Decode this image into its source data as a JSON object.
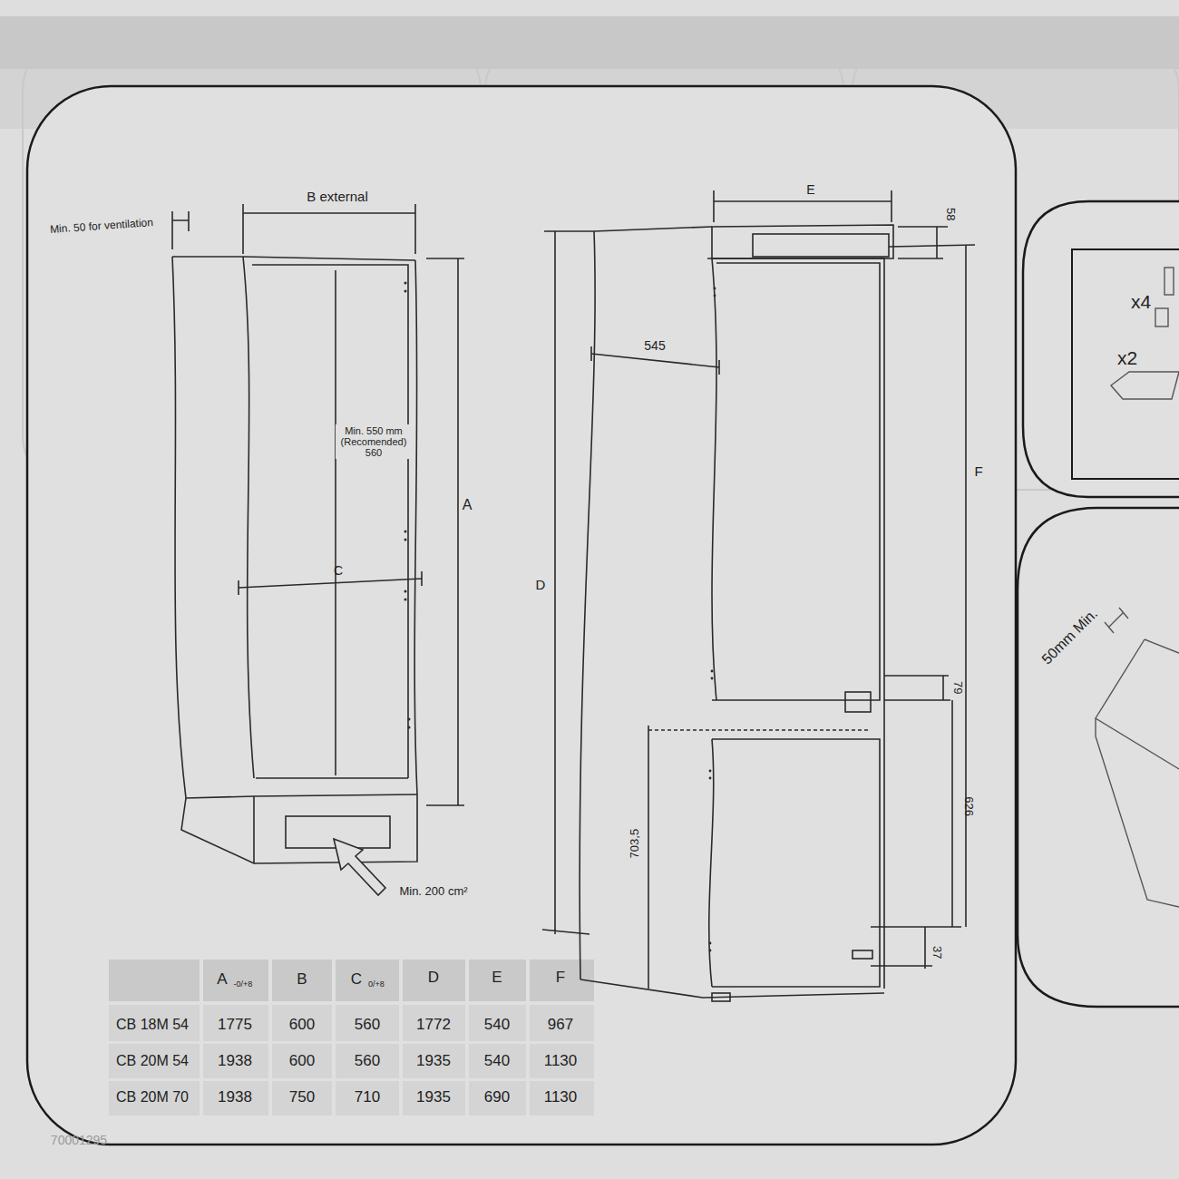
{
  "diagram": {
    "labels": [
      "B external",
      "Min. 50 for ventilation",
      "Min. 550 mm (Recomended) 560",
      "A",
      "C",
      "Min. 200 cm²",
      "E",
      "58",
      "545",
      "F",
      "D",
      "79",
      "626",
      "703,5",
      "37",
      "x4",
      "x2",
      "50mm Min.",
      "A",
      "-0/+8",
      "B",
      "C",
      "0/+8",
      "D",
      "E",
      "F",
      "CB 18M 54",
      "1775",
      "600",
      "560",
      "1772",
      "540",
      "967",
      "CB 20M 54",
      "1938",
      "600",
      "560",
      "1935",
      "540",
      "1130",
      "CB 20M 70",
      "1938",
      "750",
      "710",
      "1935",
      "690",
      "1130",
      "70001295"
    ]
  }
}
